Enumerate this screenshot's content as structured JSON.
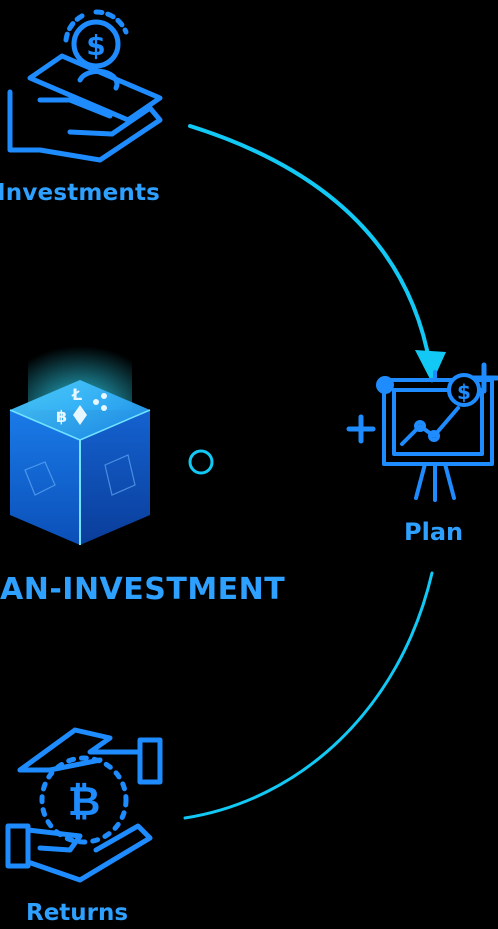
{
  "nodes": {
    "investments": {
      "label": "Investments",
      "icon": "hand-money-icon"
    },
    "center": {
      "label": "LAN-INVESTMENT",
      "icon": "crypto-cube-icon",
      "visible_label": "AN-INVESTMENT"
    },
    "plan": {
      "label": "Plan",
      "icon": "chart-board-dollar-icon"
    },
    "returns": {
      "label": "Returns",
      "icon": "hands-bitcoin-icon"
    }
  },
  "colors": {
    "background": "#000000",
    "icon_blue": "#1e8cff",
    "arrow_cyan": "#12c8f4",
    "label_blue": "#2ea0ff",
    "text_white": "#ffffff"
  }
}
